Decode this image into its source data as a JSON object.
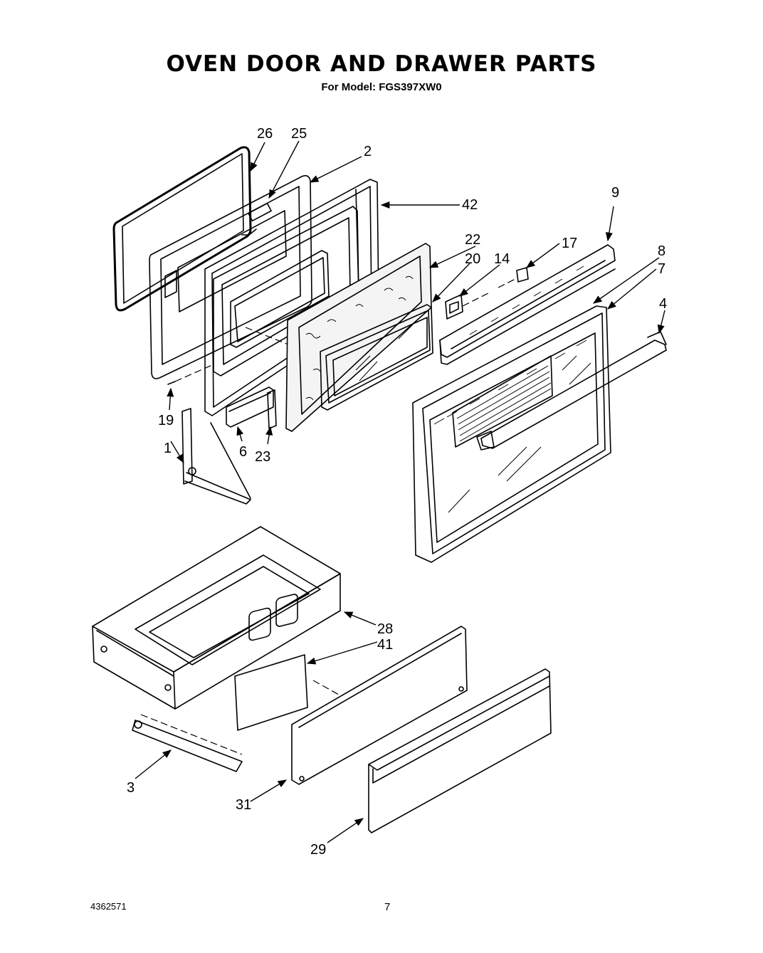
{
  "header": {
    "title": "OVEN DOOR AND DRAWER PARTS",
    "subtitle": "For Model: FGS397XW0"
  },
  "footer": {
    "doc_number": "4362571",
    "page_number": "7"
  },
  "callouts": {
    "c26": "26",
    "c25": "25",
    "c2": "2",
    "c42": "42",
    "c9": "9",
    "c22": "22",
    "c20": "20",
    "c14": "14",
    "c17": "17",
    "c8": "8",
    "c7": "7",
    "c4": "4",
    "c19": "19",
    "c1": "1",
    "c6": "6",
    "c23": "23",
    "c28": "28",
    "c41": "41",
    "c3": "3",
    "c31": "31",
    "c29": "29"
  }
}
